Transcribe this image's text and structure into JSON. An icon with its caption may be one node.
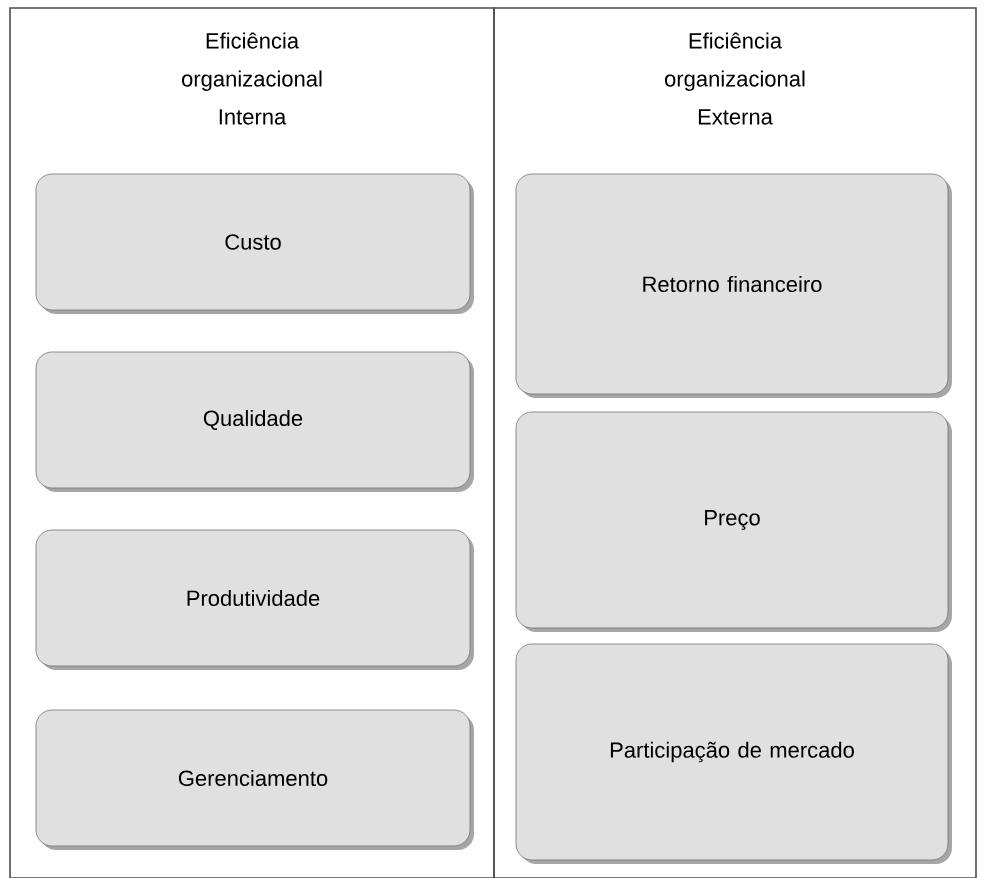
{
  "diagram": {
    "nodes": [
      {
        "text": [
          "Eficiência organizacional Interna"
        ]
      },
      {
        "text": [
          "Custo"
        ],
        "in": 0
      },
      {
        "text": [
          "Qualidade"
        ],
        "in": 0
      },
      {
        "text": [
          "Produtividade"
        ],
        "in": 0
      },
      {
        "text": [
          "Gerenciamento"
        ],
        "in": 0
      },
      {
        "text": [
          "Eficiência organizacional Externa"
        ]
      },
      {
        "text": [
          "Retorno financeiro"
        ],
        "in": 5
      },
      {
        "text": [
          "Preço"
        ],
        "in": 5
      },
      {
        "text": [
          "Participação de mercado"
        ],
        "in": 5
      }
    ]
  }
}
